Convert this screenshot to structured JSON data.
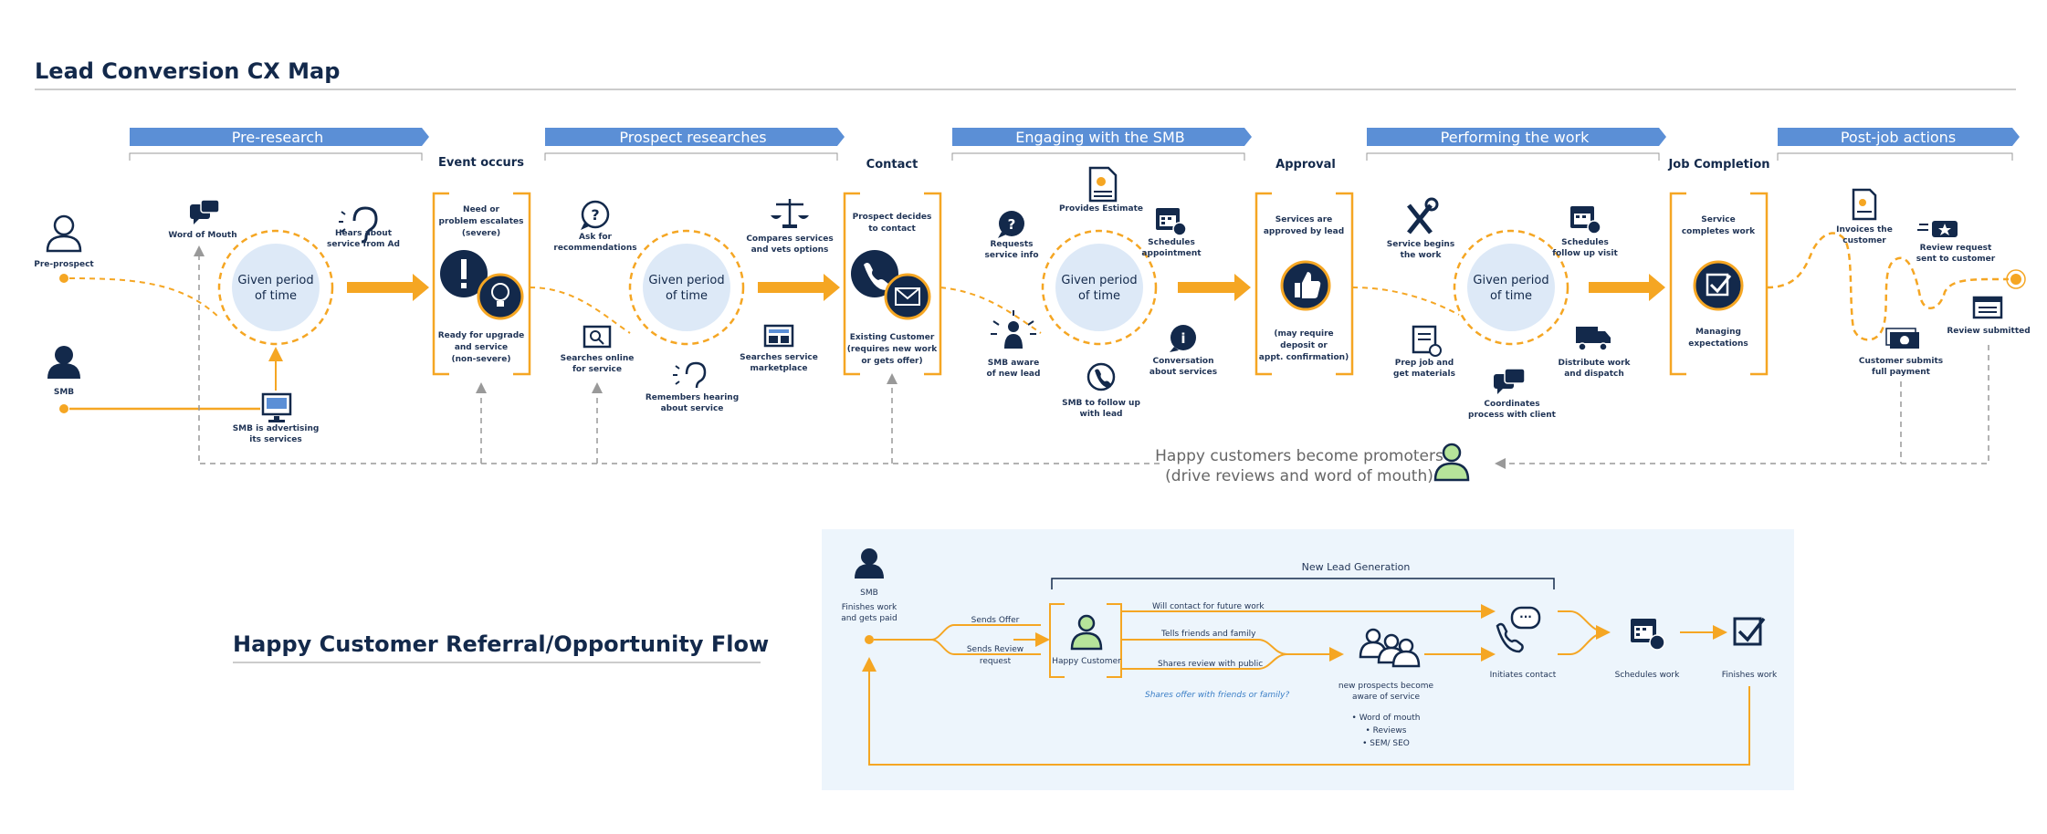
{
  "page": {
    "title": "Lead Conversion CX Map",
    "colors": {
      "navy": "#13294b",
      "orange": "#f5a623",
      "blue": "#5b8fd6",
      "light_circle": "#dde9f7",
      "panel": "#edf5fc",
      "green": "#b6e49a"
    }
  },
  "stages": [
    {
      "label": "Pre-research"
    },
    {
      "label": "Prospect researches"
    },
    {
      "label": "Engaging with the SMB"
    },
    {
      "label": "Performing the work"
    },
    {
      "label": "Post-job actions"
    }
  ],
  "milestones": [
    {
      "title": "Event occurs",
      "top_text": [
        "Need or",
        "problem escalates",
        "(severe)"
      ],
      "bottom_text": [
        "Ready for upgrade",
        "and service",
        "(non-severe)"
      ]
    },
    {
      "title": "Contact",
      "top_text": [
        "Prospect decides",
        "to contact"
      ],
      "bottom_text": [
        "Existing Customer",
        "(requires new work",
        "or gets offer)"
      ]
    },
    {
      "title": "Approval",
      "top_text": [
        "Services are",
        "approved by lead"
      ],
      "bottom_text": [
        "(may require",
        "deposit or",
        "appt. confirmation)"
      ]
    },
    {
      "title": "Job Completion",
      "top_text": [
        "Service",
        "completes work"
      ],
      "bottom_text": [
        "Managing",
        "expectations"
      ]
    }
  ],
  "circle_label": [
    "Given period",
    "of time"
  ],
  "actors": {
    "pre_prospect": "Pre-prospect",
    "smb": "SMB"
  },
  "stage1": {
    "word_of_mouth": "Word of Mouth",
    "hears_ad": [
      "Hears about",
      "service from Ad"
    ],
    "smb_advertising": [
      "SMB is advertising",
      "its services"
    ]
  },
  "stage2": {
    "ask": [
      "Ask for",
      "recommendations"
    ],
    "compares": [
      "Compares services",
      "and vets options"
    ],
    "searches_online": [
      "Searches online",
      "for service"
    ],
    "remembers": [
      "Remembers hearing",
      "about service"
    ],
    "marketplace": [
      "Searches service",
      "marketplace"
    ]
  },
  "stage3": {
    "requests": [
      "Requests",
      "service info"
    ],
    "estimate": "Provides Estimate",
    "schedules": [
      "Schedules",
      "appointment"
    ],
    "aware": [
      "SMB aware",
      "of new lead"
    ],
    "follow_up": [
      "SMB to follow up",
      "with lead"
    ],
    "conversation": [
      "Conversation",
      "about services"
    ]
  },
  "stage4": {
    "begins": [
      "Service begins",
      "the work"
    ],
    "follow_visit": [
      "Schedules",
      "follow up visit"
    ],
    "prep": [
      "Prep job and",
      "get materials"
    ],
    "coordinates": [
      "Coordinates",
      "process with client"
    ],
    "distribute": [
      "Distribute work",
      "and dispatch"
    ]
  },
  "stage5": {
    "invoices": [
      "Invoices the",
      "customer"
    ],
    "review_request": [
      "Review request",
      "sent to customer"
    ],
    "full_payment": [
      "Customer submits",
      "full payment"
    ],
    "review_submitted": "Review submitted"
  },
  "promoters": [
    "Happy customers become promoters",
    "(drive reviews and word of mouth)"
  ],
  "referral": {
    "title": "Happy Customer Referral/Opportunity Flow",
    "smb": "SMB",
    "smb_sub": [
      "Finishes work",
      "and gets paid"
    ],
    "sends_offer": "Sends Offer",
    "sends_review": [
      "Sends Review",
      "request"
    ],
    "happy_customer": "Happy Customer",
    "new_lead_gen": "New Lead Generation",
    "will_contact": "Will contact for future work",
    "tells": "Tells friends and family",
    "shares": "Shares review with public",
    "shares_offer": "Shares offer with friends or family?",
    "new_prospects": [
      "new prospects become",
      "aware of service"
    ],
    "bullets": [
      "• Word of mouth",
      "• Reviews",
      "• SEM/ SEO"
    ],
    "initiates": "Initiates contact",
    "schedules_work": "Schedules work",
    "finishes_work": "Finishes work"
  }
}
